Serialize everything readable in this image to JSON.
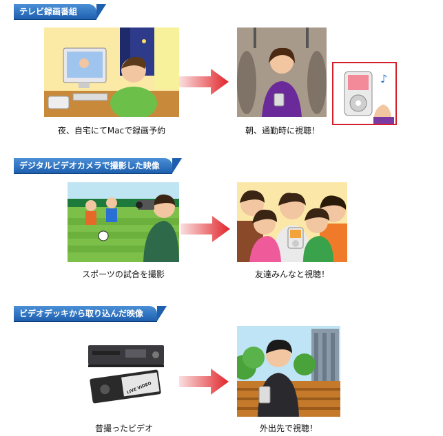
{
  "sections": [
    {
      "title": "テレビ録画番組",
      "caption_left": "夜、自宅にてMacで録画予約",
      "caption_right": "朝、通勤時に視聴！"
    },
    {
      "title": "デジタルビデオカメラで撮影した映像",
      "caption_left": "スポーツの試合を撮影",
      "caption_right": "友達みんなと視聴！"
    },
    {
      "title": "ビデオデッキから取り込んだ映像",
      "caption_left": "昔撮ったビデオ",
      "caption_right": "外出先で視聴！"
    }
  ],
  "tape_label": "LIVE VIDEO",
  "colors": {
    "header_top": "#4a8fd6",
    "header_bottom": "#1e5fae",
    "arrow": "#e0262b"
  }
}
